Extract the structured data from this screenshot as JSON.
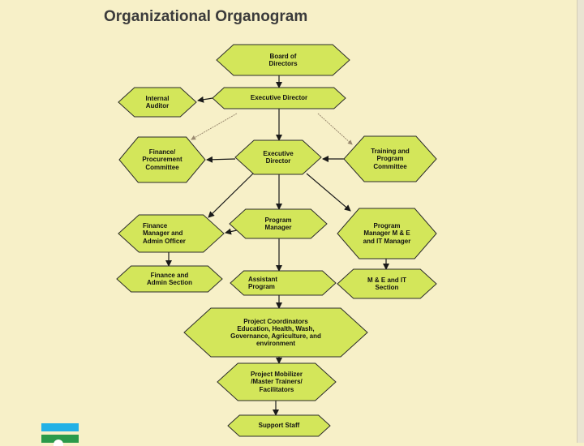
{
  "title": "Organizational Organogram",
  "colors": {
    "background": "#f7f0c8",
    "node_fill": "#d3e65a",
    "node_stroke": "#2b2b2b",
    "arrow": "#1a1a1a",
    "dotted_arrow": "#9a8a70"
  },
  "nodes": {
    "board": "Board of\nDirectors",
    "exec_top": "Executive Director",
    "internal_auditor": "Internal\nAuditor",
    "finance_procurement": "Finance/\nProcurement\nCommittee",
    "exec_mid": "Executive\nDirector",
    "training_program": "Training and\nProgram\nCommittee",
    "finance_manager": "Finance\nManager and\nAdmin Officer",
    "program_manager": "Program\nManager",
    "program_manager_me": "Program\nManager M & E\nand IT Manager",
    "finance_admin_section": "Finance and\nAdmin Section",
    "assistant_program": "Assistant\nProgram",
    "me_it_section": "M & E and IT\nSection",
    "project_coordinators": "Project Coordinators\nEducation, Health, Wash,\nGovernance, Agriculture, and\nenvironment",
    "project_mobilizer": "Project Mobilizer\n/Master Trainers/\nFacilitators",
    "support_staff": "Support Staff"
  },
  "logo": {
    "stripe_colors": [
      "#23b1e6",
      "#2a9a4a"
    ]
  }
}
